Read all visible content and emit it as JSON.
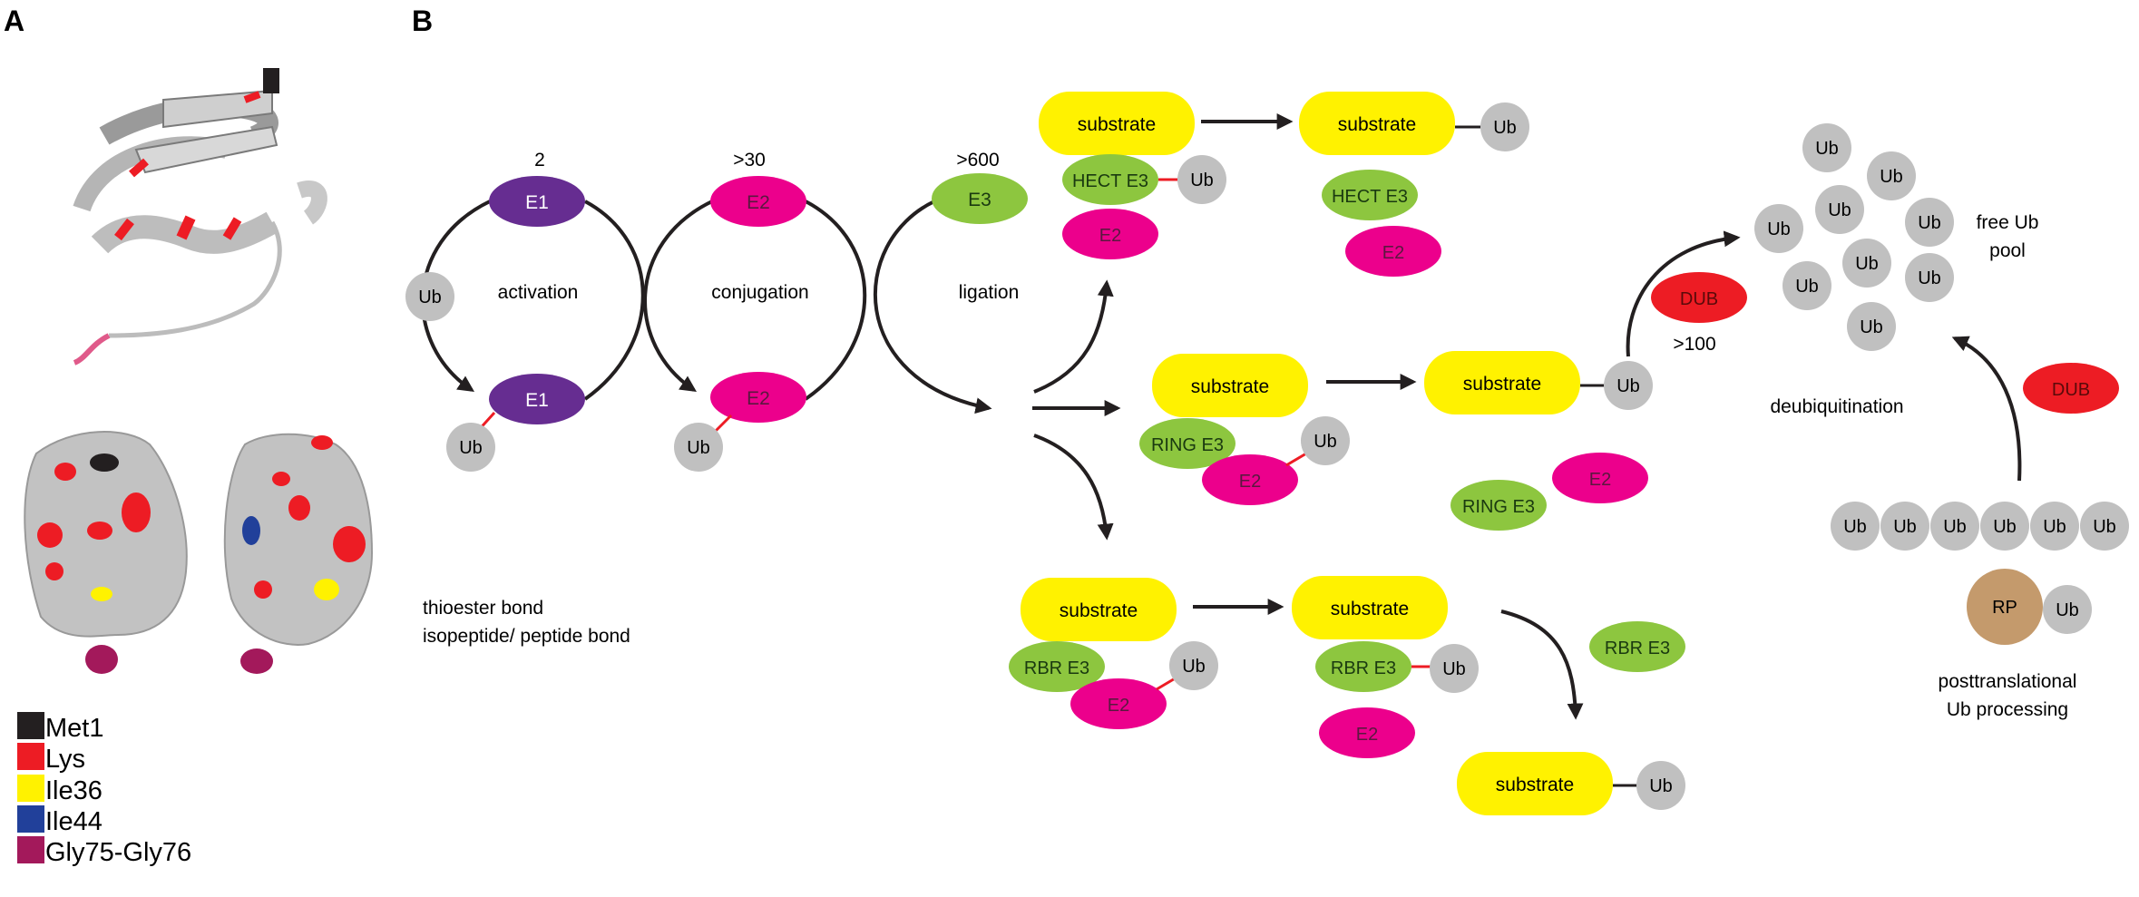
{
  "panel_a": {
    "label": "A",
    "legend": [
      {
        "name": "Met1",
        "color": "#231f20"
      },
      {
        "name": "Lys",
        "color": "#ed1c24"
      },
      {
        "name": "Ile36",
        "color": "#fff200"
      },
      {
        "name": "Ile44",
        "color": "#21409a"
      },
      {
        "name": "Gly75-Gly76",
        "color": "#a3195b"
      }
    ]
  },
  "panel_b": {
    "label": "B",
    "counts": {
      "e1": "2",
      "e2": ">30",
      "e3": ">600",
      "dub": ">100"
    },
    "steps": {
      "activation": "activation",
      "conjugation": "conjugation",
      "ligation": "ligation",
      "deubiquitination": "deubiquitination"
    },
    "nodes": {
      "ub": "Ub",
      "e1": "E1",
      "e2": "E2",
      "e3": "E3",
      "substrate": "substrate",
      "hect": "HECT E3",
      "ring": "RING E3",
      "rbr": "RBR E3",
      "dub": "DUB",
      "rp": "RP"
    },
    "bond_legend": {
      "thioester": "thioester bond",
      "isopeptide": "isopeptide/ peptide bond"
    },
    "free_pool": {
      "line1": "free Ub",
      "line2": "pool"
    },
    "processing": {
      "line1": "posttranslational",
      "line2": "Ub processing"
    }
  },
  "colors": {
    "e1": "#662d91",
    "e2": "#ec008c",
    "e3": "#8dc63f",
    "substrate": "#fff200",
    "ub": "#c0c0c0",
    "dub": "#ed1c24",
    "rp": "#c49a6c",
    "thioester": "#ed1c24",
    "isopeptide": "#231f20"
  }
}
